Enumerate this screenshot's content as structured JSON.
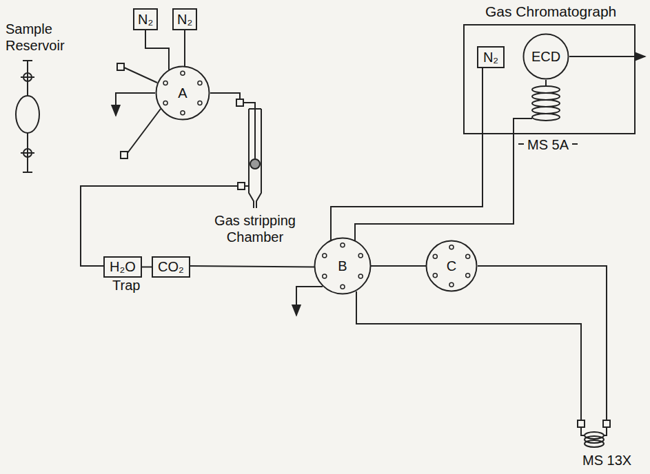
{
  "diagram": {
    "nodes": [
      {
        "text": [
          "N₂"
        ]
      },
      {
        "text": [
          "N₂"
        ]
      },
      {
        "text": [
          "A"
        ]
      },
      {
        "text": [
          "H₂O"
        ]
      },
      {
        "text": [
          "CO₂"
        ]
      },
      {
        "text": [
          "Gas Chromatograph"
        ]
      },
      {
        "text": [
          "N₂"
        ],
        "in": 5
      },
      {
        "text": [
          "ECD"
        ],
        "in": 5
      },
      {
        "text": [
          "B"
        ]
      },
      {
        "text": [
          "C"
        ]
      }
    ],
    "edges": [
      {
        "from": 0,
        "to": 2,
        "arrow": "none"
      },
      {
        "from": 1,
        "to": 2,
        "arrow": "none"
      },
      {
        "from": 3,
        "to": 4,
        "arrow": "none"
      },
      {
        "from": 4,
        "to": 8,
        "arrow": "none"
      },
      {
        "from": 8,
        "to": 9,
        "arrow": "none"
      },
      {
        "from": 8,
        "to": 5,
        "arrow": "none"
      },
      {
        "from": 8,
        "to": 5,
        "arrow": "none"
      }
    ],
    "labels": [
      "Sample Reservoir",
      "Gas stripping Chamber",
      "Trap",
      "MS 5A",
      "MS 13X"
    ]
  }
}
